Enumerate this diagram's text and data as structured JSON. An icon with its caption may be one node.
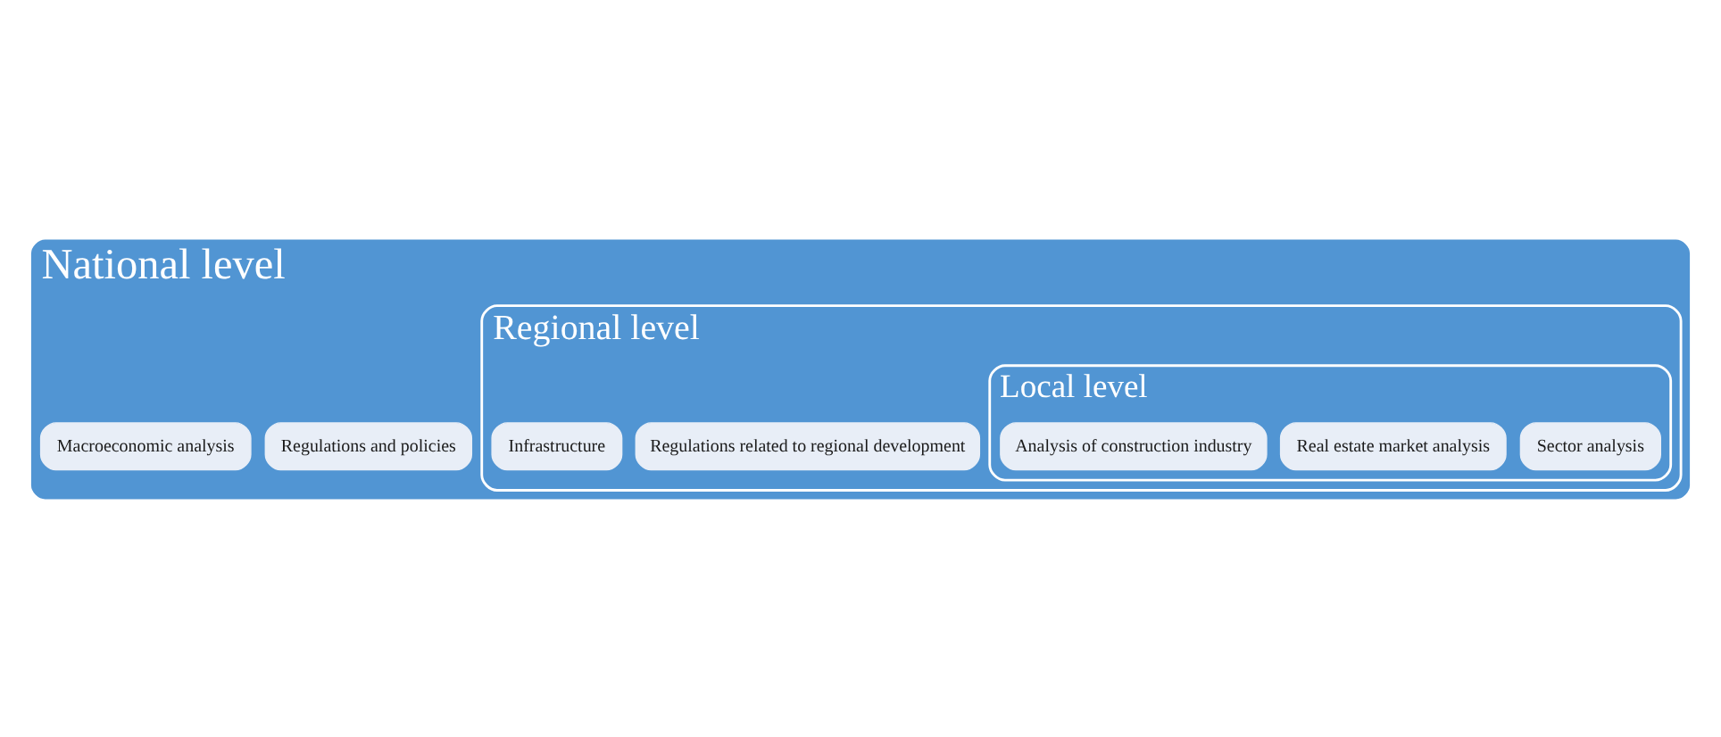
{
  "diagram": {
    "nodes": [
      {
        "text": [
          "National level"
        ]
      },
      {
        "text": [
          "Regulations and policies"
        ],
        "in": 0
      },
      {
        "text": [
          "Macroeconomic analysis"
        ],
        "in": 0
      },
      {
        "text": [
          "Regional level"
        ],
        "in": 0
      },
      {
        "text": [
          "Regulations related to regional development"
        ],
        "in": 3
      },
      {
        "text": [
          "Infrastructure"
        ],
        "in": 3
      },
      {
        "text": [
          "Local level"
        ],
        "in": 3
      },
      {
        "text": [
          "Sector analysis"
        ],
        "in": 6
      },
      {
        "text": [
          "Real estate market analysis"
        ],
        "in": 6
      },
      {
        "text": [
          "Analysis of construction industry"
        ],
        "in": 6
      }
    ]
  }
}
